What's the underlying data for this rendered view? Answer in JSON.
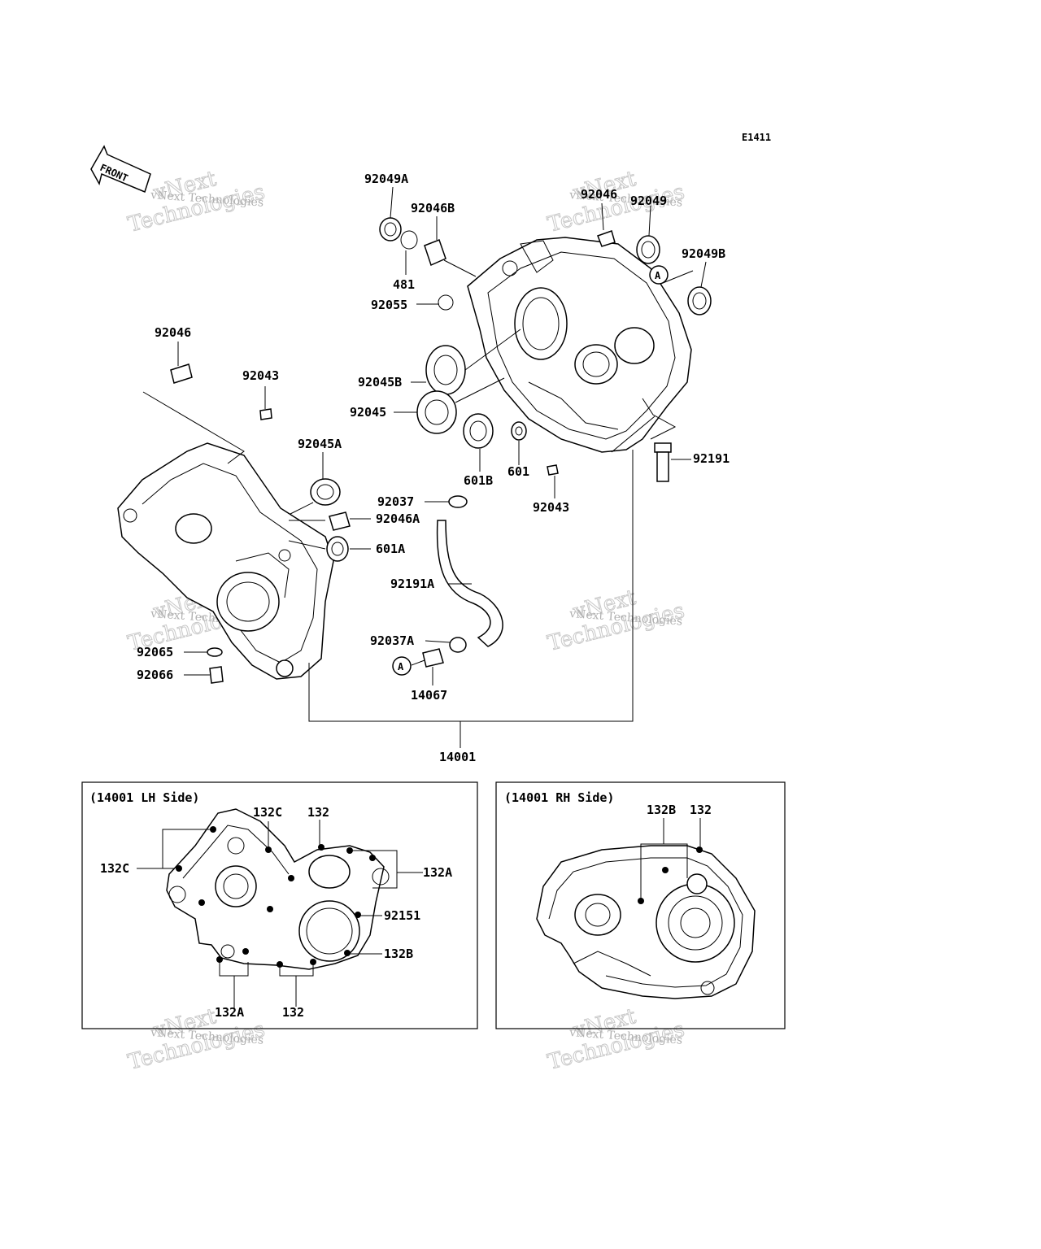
{
  "diagram_code": "E1411",
  "front_label": "FRONT",
  "watermark": {
    "line1": "vNext",
    "line2": "Technologies",
    "small": "vNext Technologies"
  },
  "callout_A": "A",
  "labels": {
    "p92049A": "92049A",
    "p92046B": "92046B",
    "p481": "481",
    "p92055": "92055",
    "p92046_top": "92046",
    "p92049": "92049",
    "p92049B": "92049B",
    "p92046_left": "92046",
    "p92043_left": "92043",
    "p92045B": "92045B",
    "p92045": "92045",
    "p601B": "601B",
    "p601": "601",
    "p92043_right": "92043",
    "p92191": "92191",
    "p92045A": "92045A",
    "p92037": "92037",
    "p92046A": "92046A",
    "p601A": "601A",
    "p92191A": "92191A",
    "p92065": "92065",
    "p92066": "92066",
    "p92037A": "92037A",
    "p14067": "14067",
    "p14001": "14001"
  },
  "lh_box": {
    "title": "(14001 LH Side)",
    "labels": {
      "l132C_top": "132C",
      "l132_top": "132",
      "l132C_left": "132C",
      "l132A_right": "132A",
      "l92151": "92151",
      "l132B": "132B",
      "l132A_bottom": "132A",
      "l132_bottom": "132"
    }
  },
  "rh_box": {
    "title": "(14001 RH Side)",
    "labels": {
      "r132B": "132B",
      "r132": "132"
    }
  }
}
